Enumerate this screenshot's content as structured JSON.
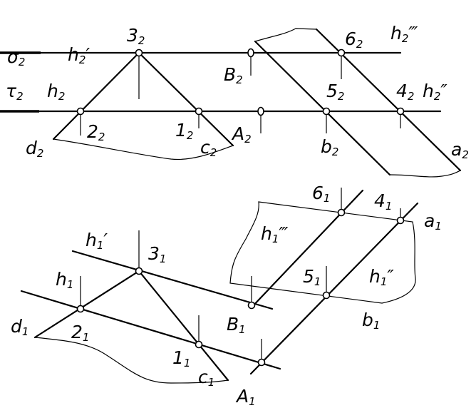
{
  "title": "Intersection of a triangle plane with a plane defined by parallel lines",
  "colors": {
    "stroke": "#000000",
    "background": "#ffffff"
  },
  "labels": {
    "sigma2": {
      "main": "σ",
      "sub": "2",
      "suffix": ""
    },
    "h2p": {
      "main": "h",
      "sub": "2",
      "suffix": "′"
    },
    "p3_2": {
      "main": "3",
      "sub": "2",
      "suffix": ""
    },
    "p6_2": {
      "main": "6",
      "sub": "2",
      "suffix": ""
    },
    "h2ppp": {
      "main": "h",
      "sub": "2",
      "suffix": "‴"
    },
    "B2": {
      "main": "B",
      "sub": "2",
      "suffix": ""
    },
    "tau2": {
      "main": "τ",
      "sub": "2",
      "suffix": ""
    },
    "h2": {
      "main": "h",
      "sub": "2",
      "suffix": ""
    },
    "p5_2": {
      "main": "5",
      "sub": "2",
      "suffix": ""
    },
    "p4_2": {
      "main": "4",
      "sub": "2",
      "suffix": ""
    },
    "h2pp": {
      "main": "h",
      "sub": "2",
      "suffix": "″"
    },
    "p2_2": {
      "main": "2",
      "sub": "2",
      "suffix": ""
    },
    "p1_2": {
      "main": "1",
      "sub": "2",
      "suffix": ""
    },
    "c2": {
      "main": "c",
      "sub": "2",
      "suffix": ""
    },
    "A2": {
      "main": "A",
      "sub": "2",
      "suffix": ""
    },
    "d2": {
      "main": "d",
      "sub": "2",
      "suffix": ""
    },
    "b2": {
      "main": "b",
      "sub": "2",
      "suffix": ""
    },
    "a2": {
      "main": "a",
      "sub": "2",
      "suffix": ""
    },
    "p6_1": {
      "main": "6",
      "sub": "1",
      "suffix": ""
    },
    "p4_1": {
      "main": "4",
      "sub": "1",
      "suffix": ""
    },
    "a1": {
      "main": "a",
      "sub": "1",
      "suffix": ""
    },
    "h1ppp": {
      "main": "h",
      "sub": "1",
      "suffix": "‴"
    },
    "h1p": {
      "main": "h",
      "sub": "1",
      "suffix": "′"
    },
    "p3_1": {
      "main": "3",
      "sub": "1",
      "suffix": ""
    },
    "h1": {
      "main": "h",
      "sub": "1",
      "suffix": ""
    },
    "p5_1": {
      "main": "5",
      "sub": "1",
      "suffix": ""
    },
    "h1pp": {
      "main": "h",
      "sub": "1",
      "suffix": "″"
    },
    "d1": {
      "main": "d",
      "sub": "1",
      "suffix": ""
    },
    "p2_1": {
      "main": "2",
      "sub": "1",
      "suffix": ""
    },
    "B1": {
      "main": "B",
      "sub": "1",
      "suffix": ""
    },
    "b1": {
      "main": "b",
      "sub": "1",
      "suffix": ""
    },
    "p1_1": {
      "main": "1",
      "sub": "1",
      "suffix": ""
    },
    "c1": {
      "main": "c",
      "sub": "1",
      "suffix": ""
    },
    "A1": {
      "main": "A",
      "sub": "1",
      "suffix": ""
    }
  }
}
